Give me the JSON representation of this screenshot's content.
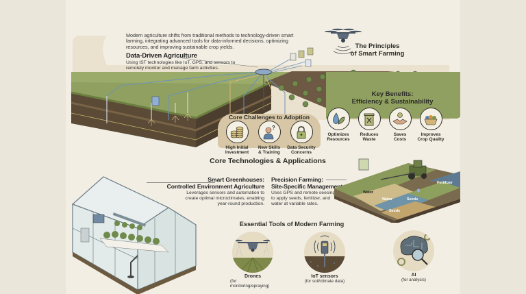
{
  "intro": {
    "text": "Modern agriculture shifts from traditional methods to technology-driven smart farming, integrating advanced tools for data-informed decisions, optimizing resources, and improving sustainable crop yields."
  },
  "data_driven": {
    "title": "Data-Driven Agriculture",
    "text": "Using IST technologies like IoT, GPS, and sensors to remotely monitor and manage farm activities."
  },
  "principles": {
    "title_line1": "The Principles",
    "title_line2": "of Smart Farming"
  },
  "key_benefits": {
    "title_line1": "Key Benefits:",
    "title_line2": "Efficiency & Sustainability",
    "items": [
      {
        "icon": "water-leaf-icon",
        "line1": "Optimizes",
        "line2": "Resources"
      },
      {
        "icon": "trash-bin-icon",
        "line1": "Reduces",
        "line2": "Waste"
      },
      {
        "icon": "handshake-coin-icon",
        "line1": "Saves",
        "line2": "Costs"
      },
      {
        "icon": "produce-basket-icon",
        "line1": "Improves",
        "line2": "Crop Quality"
      }
    ]
  },
  "challenges": {
    "title": "Core Challenges to Adoption",
    "items": [
      {
        "icon": "coin-stack-icon",
        "line1": "High Initial",
        "line2": "Investment"
      },
      {
        "icon": "person-question-icon",
        "line1": "New Skills",
        "line2": "& Training"
      },
      {
        "icon": "padlock-icon",
        "line1": "Data Security",
        "line2": "Concerns"
      }
    ]
  },
  "core_tech": {
    "title": "Core Technologies & Applications",
    "greenhouse": {
      "title_line1": "Smart Greenhouses:",
      "title_line2": "Controlled Environment Agriculture",
      "text": "Leverages sensors and automation to create optimal microclimates, enabling year-round production."
    },
    "precision": {
      "title_line1": "Precision Farming:",
      "title_line2": "Site-Specific Management",
      "text": "Uses GPS and remote seesing to apply seeds, fertilizer, and water at variable rates.",
      "field_labels": {
        "water1": "Water",
        "water2": "Water",
        "seeds1": "Seeds",
        "seeds2": "Seeds",
        "fertilizer": "Fertilizer"
      }
    }
  },
  "tools": {
    "title": "Essential Tools of Modern Farming",
    "items": [
      {
        "icon": "drone-icon",
        "name": "Drones",
        "sub": "(for monitoring/epraying)"
      },
      {
        "icon": "iot-sensor-icon",
        "name": "IoT sensors",
        "sub": "(for soil/climate data)"
      },
      {
        "icon": "ai-brain-icon",
        "name": "AI",
        "sub": "(for analysis)"
      }
    ]
  },
  "colors": {
    "background": "#f2eee4",
    "grass": "#8ea05e",
    "soil": "#5a4a36",
    "accent_blue": "#6d93b8",
    "challenge_bg": "#d8c7a6"
  }
}
